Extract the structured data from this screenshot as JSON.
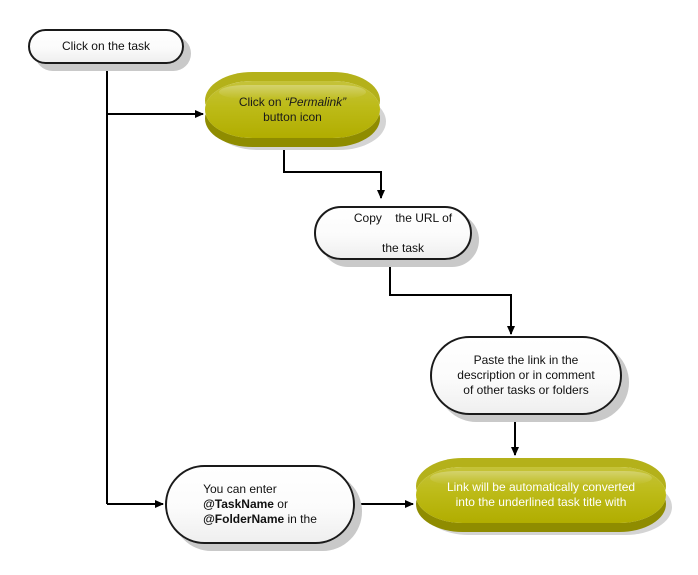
{
  "nodes": {
    "n1": {
      "text": "Click on the task"
    },
    "n2": {
      "pre": "Click on ",
      "emph": "“Permalink”",
      "post": "button icon"
    },
    "n3": {
      "line1": "Copy    the URL of",
      "line2": "the task"
    },
    "n4": {
      "line1": "Paste the link in the",
      "line2": "description or in comment",
      "line3": "of other tasks or folders"
    },
    "n5": {
      "line1": "You can enter",
      "task_token": "@TaskName",
      "or_text": " or",
      "folder_token": "@FolderName",
      "in_text": " in the"
    },
    "n6": {
      "line1": "Link will be automatically converted",
      "line2": "into the underlined task title with"
    }
  },
  "colors": {
    "line": "#000000",
    "node_border": "#1a1a1a",
    "node_fill": "#ffffff",
    "accent_fill": "#bdbb18",
    "shadow": "#c9c9c9"
  }
}
